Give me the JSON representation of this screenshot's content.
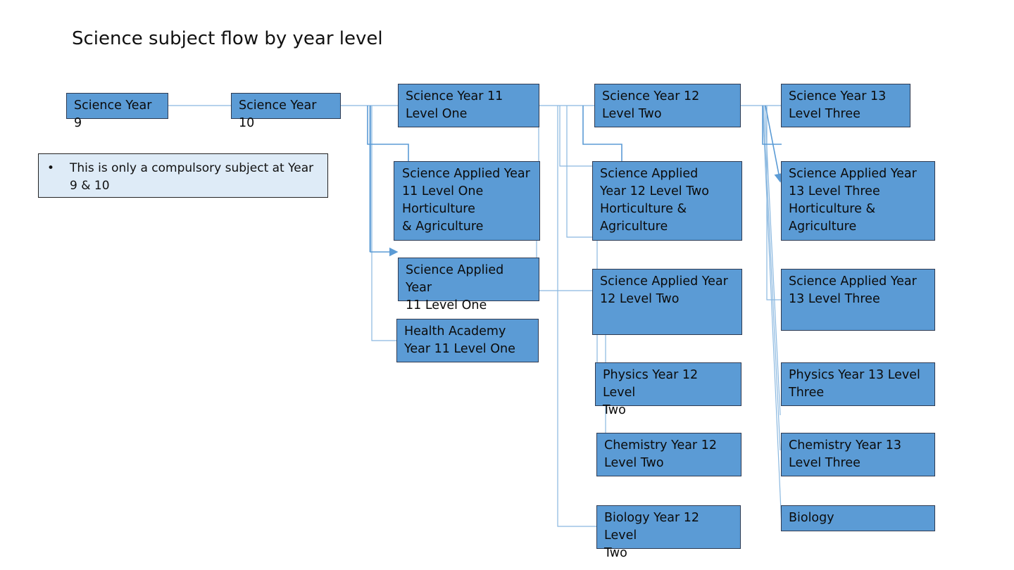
{
  "title": "Science subject flow by year level",
  "note": {
    "bullet": "•",
    "text": "This is only a compulsory subject at Year 9 & 10"
  },
  "nodes": {
    "sci9": "Science Year 9",
    "sci10": "Science Year 10",
    "sci11": "Science Year 11\nLevel One",
    "sci12": "Science Year 12\n Level Two",
    "sci13": "Science Year 13\n Level Three",
    "app11_hort": "Science Applied Year\n11 Level One\nHorticulture\n & Agriculture",
    "app11": "Science Applied Year\n11 Level One",
    "health11": "Health Academy\nYear 11 Level One",
    "app12_hort": "Science Applied\nYear 12 Level Two\nHorticulture &\nAgriculture",
    "app12": "Science Applied Year\n12 Level Two",
    "phys12": "Physics Year 12 Level\nTwo",
    "chem12": "Chemistry Year 12\nLevel Two",
    "bio12": "Biology Year 12 Level\nTwo",
    "app13_hort": "Science Applied Year\n13 Level Three\nHorticulture &\nAgriculture",
    "app13": "Science Applied Year\n13 Level Three",
    "phys13": "Physics Year 13 Level\nThree",
    "chem13": "Chemistry Year 13\nLevel Three",
    "bio13": "Biology"
  },
  "colors": {
    "box_fill": "#5b9bd5",
    "box_border": "#2f3b52",
    "connector": "#6fa8dc",
    "note_fill": "#deebf7"
  }
}
